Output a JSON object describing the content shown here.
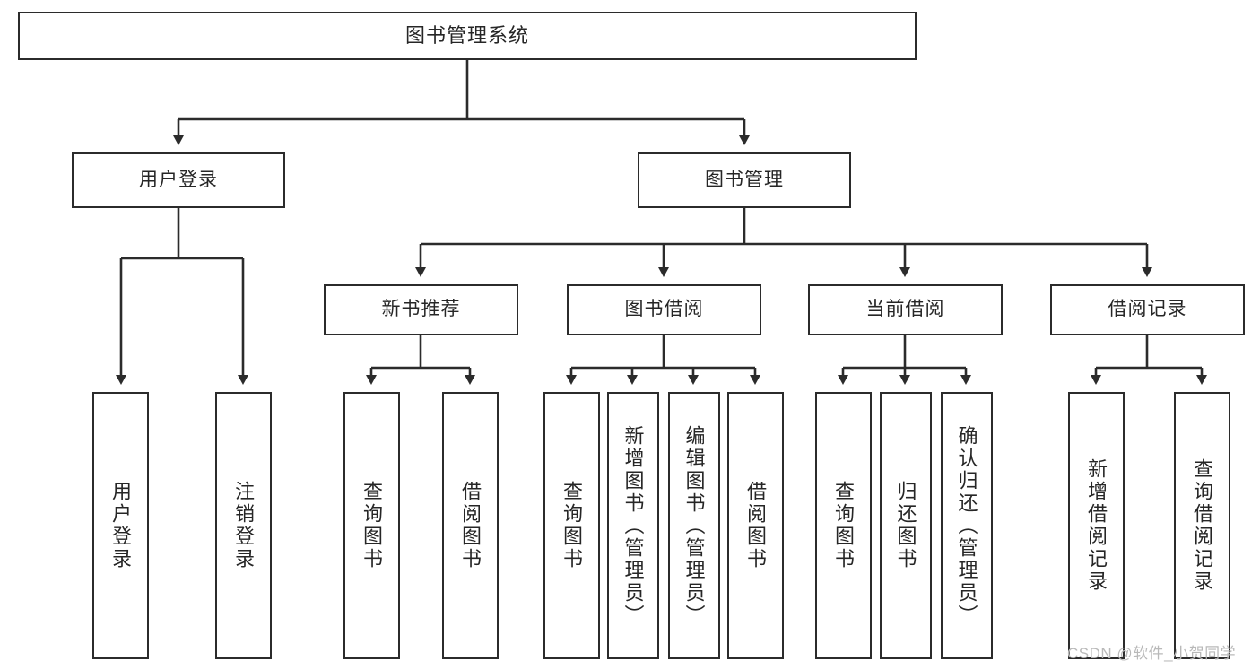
{
  "diagram": {
    "title": "图书管理系统",
    "type": "tree-hierarchy",
    "watermark": "CSDN @软件_小贺同学",
    "colors": {
      "stroke": "#2b2b2b",
      "fill": "#ffffff",
      "text": "#262626",
      "watermark": "#b9b9b9"
    },
    "root": {
      "label": "图书管理系统"
    },
    "level2": [
      {
        "label": "用户登录"
      },
      {
        "label": "图书管理"
      }
    ],
    "level3": [
      {
        "label": "新书推荐"
      },
      {
        "label": "图书借阅"
      },
      {
        "label": "当前借阅"
      },
      {
        "label": "借阅记录"
      }
    ],
    "leaves": {
      "user_login": [
        {
          "label": "用户登录"
        },
        {
          "label": "注销登录"
        }
      ],
      "new_book": [
        {
          "label": "查询图书"
        },
        {
          "label": "借阅图书"
        }
      ],
      "book_borrow": [
        {
          "label": "查询图书"
        },
        {
          "label": "新增图书（管理员）"
        },
        {
          "label": "编辑图书（管理员）"
        },
        {
          "label": "借阅图书"
        }
      ],
      "current_borrow": [
        {
          "label": "查询图书"
        },
        {
          "label": "归还图书"
        },
        {
          "label": "确认归还（管理员）"
        }
      ],
      "borrow_record": [
        {
          "label": "新增借阅记录"
        },
        {
          "label": "查询借阅记录"
        }
      ]
    }
  }
}
